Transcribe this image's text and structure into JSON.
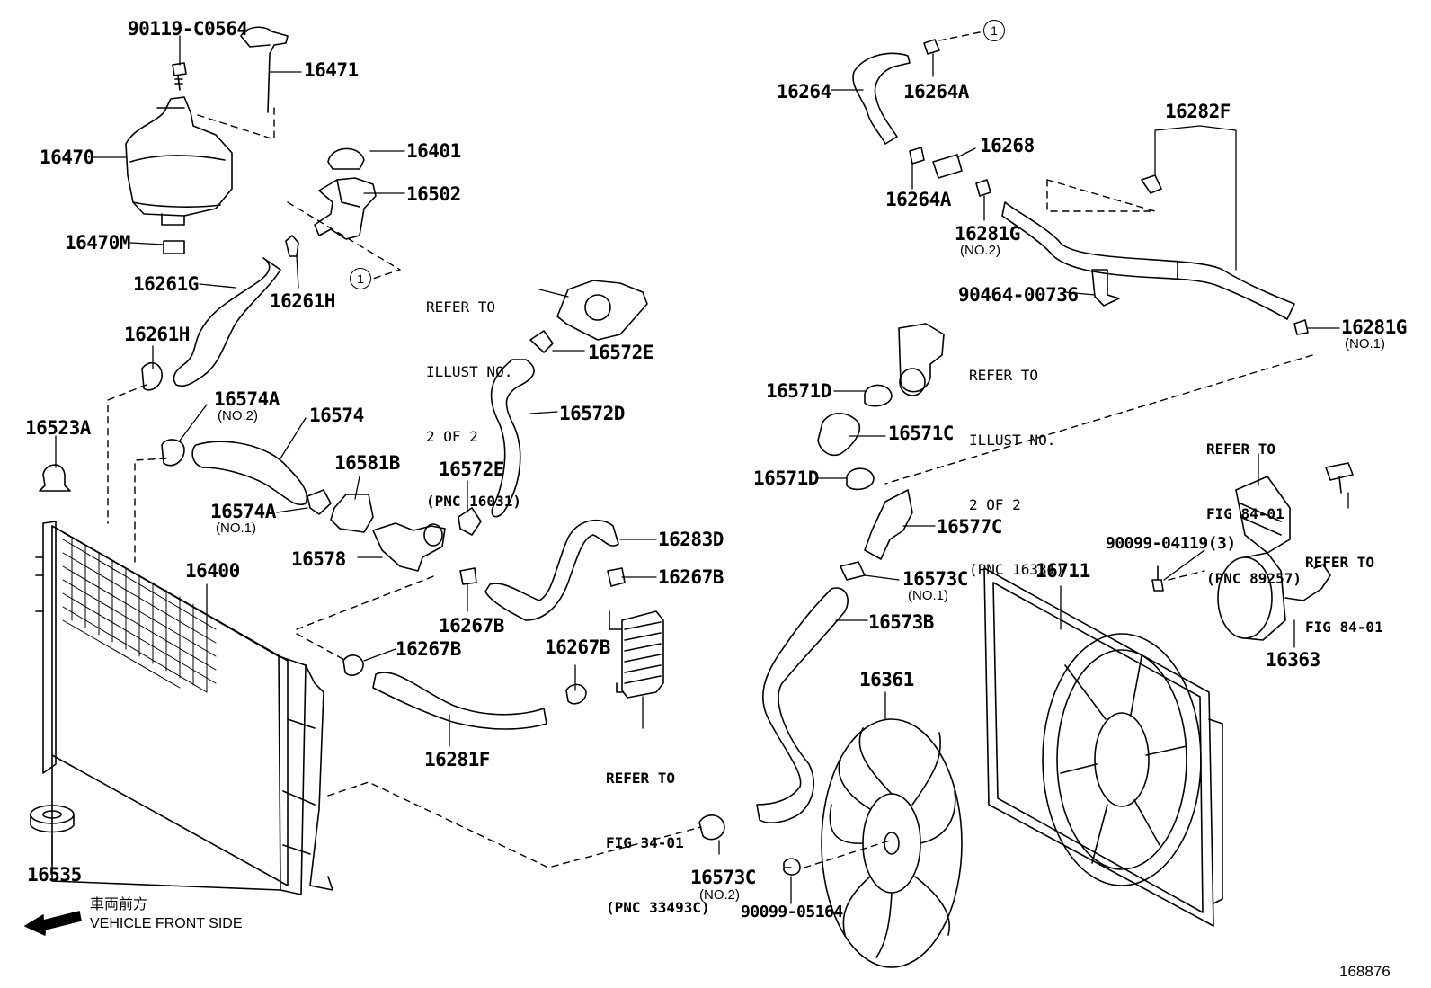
{
  "labels": {
    "p90119": "90119-C0564",
    "p16471": "16471",
    "p16470": "16470",
    "p16401": "16401",
    "p16502": "16502",
    "p16470M": "16470M",
    "p16261G": "16261G",
    "p16261H_a": "16261H",
    "p16261H_b": "16261H",
    "p16523A": "16523A",
    "p16574A_top": "16574A",
    "p16574A_top_sub": "(NO.2)",
    "p16574": "16574",
    "p16581B": "16581B",
    "p16574A_bot": "16574A",
    "p16574A_bot_sub": "(NO.1)",
    "p16578": "16578",
    "p16400": "16400",
    "p16572E_a": "16572E",
    "p16572D": "16572D",
    "p16572E_b": "16572E",
    "p16283D": "16283D",
    "p16267B_a": "16267B",
    "p16267B_b": "16267B",
    "p16267B_c": "16267B",
    "p16267B_d": "16267B",
    "p16281F": "16281F",
    "p16535": "16535",
    "p16264": "16264",
    "p16264A_a": "16264A",
    "p16264A_b": "16264A",
    "p16268": "16268",
    "p16281G_a": "16281G",
    "p16281G_a_sub": "(NO.2)",
    "p16282F": "16282F",
    "p90464": "90464-00736",
    "p16281G_b": "16281G",
    "p16281G_b_sub": "(NO.1)",
    "p16571D_a": "16571D",
    "p16571C": "16571C",
    "p16571D_b": "16571D",
    "p16577C": "16577C",
    "p16573C_a": "16573C",
    "p16573C_a_sub": "(NO.1)",
    "p16573B": "16573B",
    "p16711": "16711",
    "p16361": "16361",
    "p90099_04119": "90099-04119(3)",
    "p16363": "16363",
    "p16573C_b": "16573C",
    "p16573C_b_sub": "(NO.2)",
    "p90099_05164": "90099-05164"
  },
  "refs": {
    "r1": [
      "REFER TO",
      "ILLUST NO.",
      "2 OF 2",
      "(PNC 16031)"
    ],
    "r2": [
      "REFER TO",
      "ILLUST NO.",
      "2 OF 2",
      "(PNC 16331)"
    ],
    "r3": [
      "REFER TO",
      "FIG 84-01",
      "(PNC 89257)"
    ],
    "r4": [
      "REFER TO",
      "FIG 84-01"
    ],
    "r5": [
      "REFER TO",
      "FIG 34-01",
      "(PNC 33493C)"
    ]
  },
  "circle_marker": "1",
  "vehicle": {
    "jp": "車両前方",
    "en": "VEHICLE FRONT SIDE"
  },
  "diagram_id": "168876"
}
